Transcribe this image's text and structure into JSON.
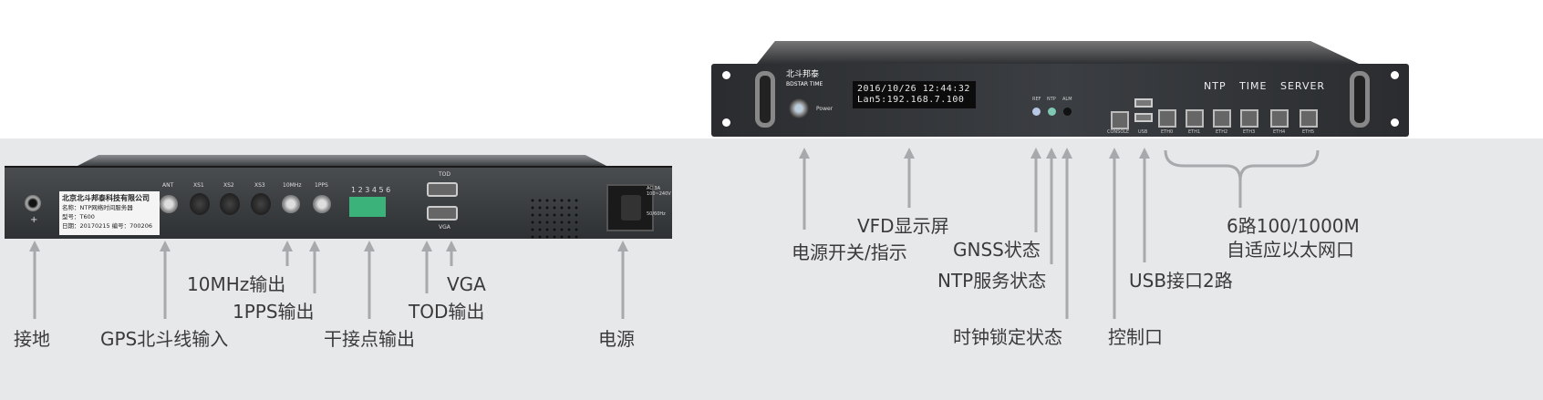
{
  "rear_panel": {
    "plate": {
      "company": "北京北斗邦泰科技有限公司",
      "name": "名称：NTP网络时间服务器",
      "model": "型号：T600",
      "date": "日期：20170215 编号：700206"
    },
    "ports": {
      "ant": "ANT",
      "xs1": "XS1",
      "xs2": "XS2",
      "xs3": "XS3",
      "mhz": "10MHz",
      "pps": "1PPS",
      "terminals": "1 2 3 4 5 6",
      "tod": "TOD",
      "vga": "VGA",
      "power_rating": "AC 3A\n100~240V",
      "freq": "50/60Hz",
      "ground": "+"
    }
  },
  "front_panel": {
    "brand_cn": "北斗邦泰",
    "brand_en": "BDSTAR TIME",
    "power": "Power",
    "vfd_line1": "2016/10/26 12:44:32",
    "vfd_line2": "Lan5:192.168.7.100",
    "leds": [
      "REF",
      "NTP",
      "ALM"
    ],
    "title": "NTP TIME SERVER",
    "ports": [
      "CONSOLE",
      "USB",
      "ETH0",
      "ETH1",
      "ETH2",
      "ETH3",
      "ETH4",
      "ETH5"
    ]
  },
  "labels": {
    "ground": "接地",
    "gps": "GPS北斗线输入",
    "mhz": "10MHz输出",
    "pps": "1PPS输出",
    "dry": "干接点输出",
    "vga": "VGA",
    "tod": "TOD输出",
    "power": "电源",
    "power_switch": "电源开关/指示",
    "vfd": "VFD显示屏",
    "gnss": "GNSS状态",
    "ntp": "NTP服务状态",
    "lock": "时钟锁定状态",
    "console": "控制口",
    "usb": "USB接口2路",
    "eth_1": "6路100/1000M",
    "eth_2": "自适应以太网口"
  },
  "colors": {
    "arrow": "#a7a9ac",
    "background_lower": "#e7e8e9"
  }
}
